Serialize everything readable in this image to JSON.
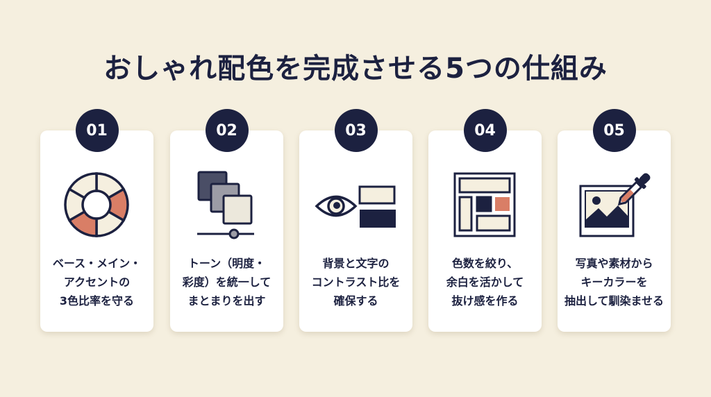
{
  "title": "おしゃれ配色を完成させる5つの仕組み",
  "colors": {
    "navy": "#1c2140",
    "cream": "#f5efdf",
    "accent": "#d97e66"
  },
  "cards": [
    {
      "number": "01",
      "icon": "color-wheel-icon",
      "lines": [
        "ベース・メイン・",
        "アクセントの",
        "3色比率を守る"
      ]
    },
    {
      "number": "02",
      "icon": "tone-squares-slider-icon",
      "lines": [
        "トーン（明度・",
        "彩度）を統一して",
        "まとまりを出す"
      ]
    },
    {
      "number": "03",
      "icon": "eye-contrast-icon",
      "lines": [
        "背景と文字の",
        "コントラスト比を",
        "確保する"
      ]
    },
    {
      "number": "04",
      "icon": "layout-grid-icon",
      "lines": [
        "色数を絞り、",
        "余白を活かして",
        "抜け感を作る"
      ]
    },
    {
      "number": "05",
      "icon": "photo-eyedropper-icon",
      "lines": [
        "写真や素材から",
        "キーカラーを",
        "抽出して馴染ませる"
      ]
    }
  ]
}
